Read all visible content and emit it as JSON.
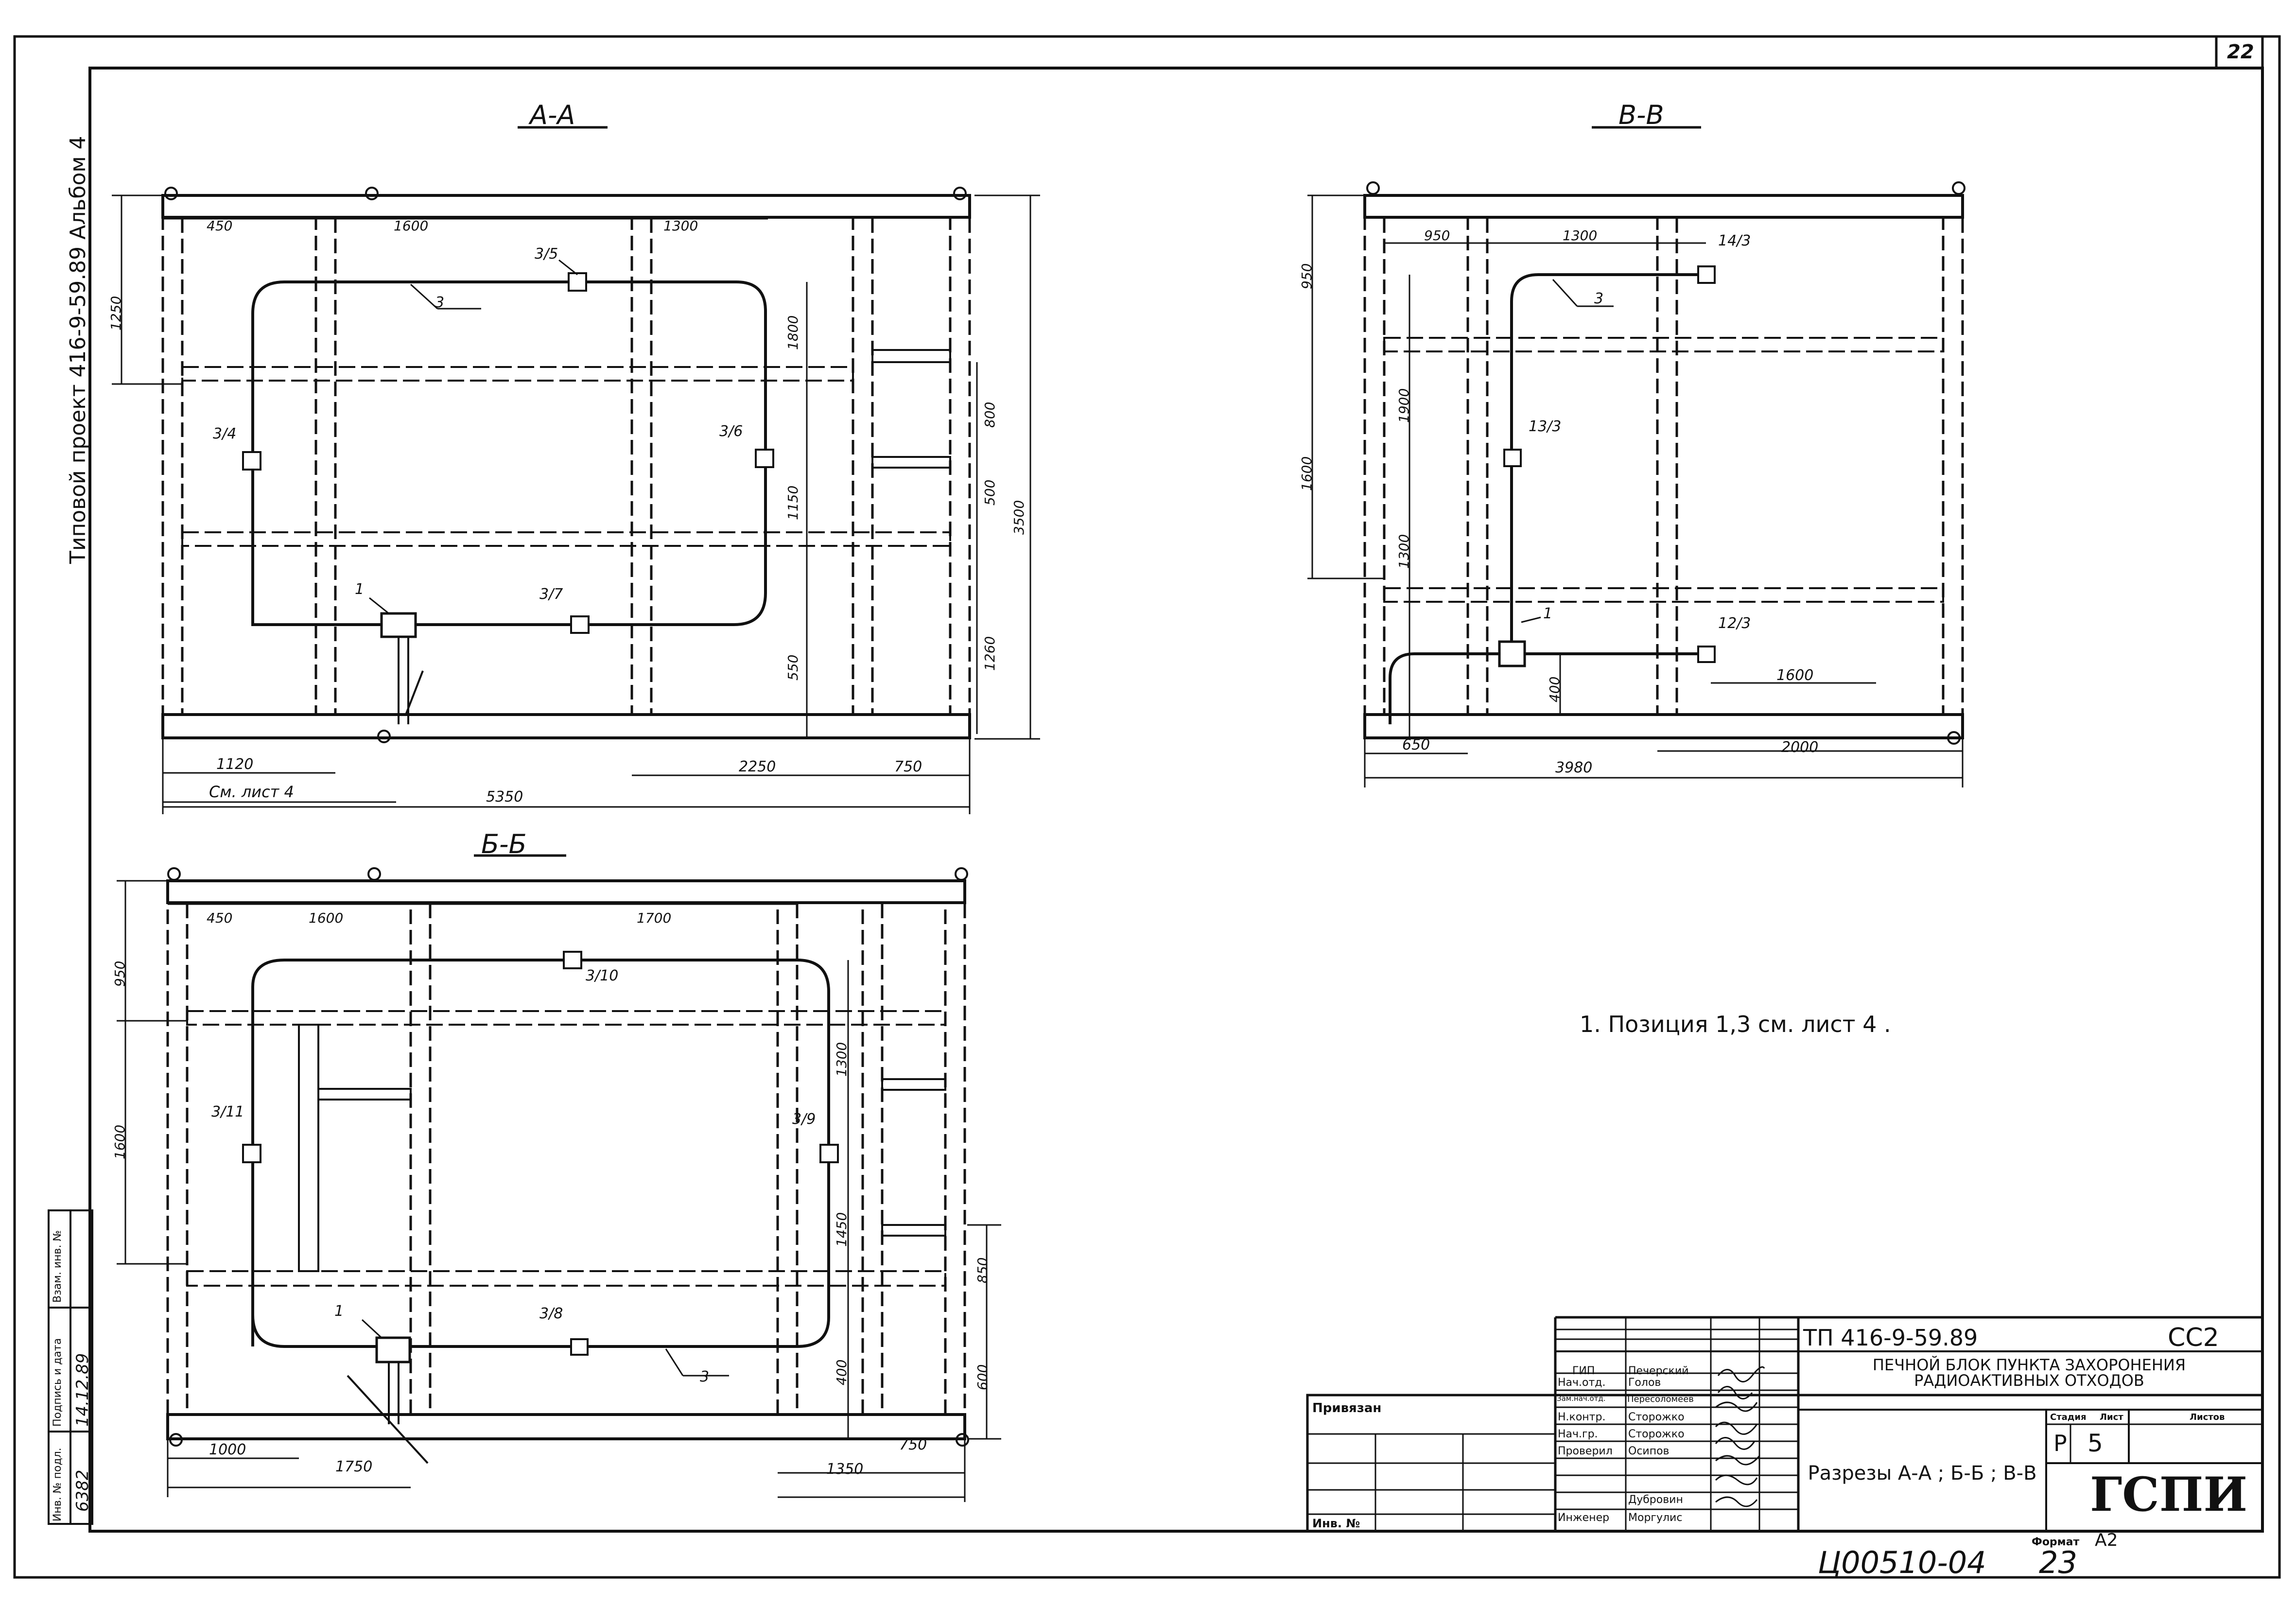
{
  "sheet": {
    "page_number": "22",
    "side_label": "Типовой проект 416-9-59.89   Альбом 4",
    "note": "1.  Позиция 1,3 см. лист 4 .",
    "bottom_code": "Ц00510-04",
    "bottom_page": "23",
    "format_label": "Формат",
    "format_value": "А2"
  },
  "section_aa": {
    "title": "А-А",
    "dims_top": [
      "450",
      "1600",
      "1300"
    ],
    "dims_left": [
      "1250"
    ],
    "dims_right": [
      "1800",
      "1150",
      "550",
      "800",
      "500",
      "3500",
      "1260"
    ],
    "dims_bottom": [
      "1120",
      "2250",
      "750",
      "5350"
    ],
    "ref": "См. лист 4",
    "labels": [
      "3/5",
      "3",
      "3/4",
      "3/6",
      "1",
      "3/7"
    ]
  },
  "section_bb": {
    "title": "Б-Б",
    "dims_top": [
      "450",
      "1600",
      "1700"
    ],
    "dims_left": [
      "950",
      "1600"
    ],
    "dims_right": [
      "1300",
      "1450",
      "400",
      "850",
      "600"
    ],
    "dims_bottom": [
      "1000",
      "1750",
      "750",
      "1350"
    ],
    "labels": [
      "3/10",
      "3/11",
      "3/9",
      "3/8",
      "1",
      "3"
    ]
  },
  "section_vv": {
    "title": "В-В",
    "dims_top": [
      "950",
      "1300"
    ],
    "dims_left": [
      "950",
      "1600",
      "1900",
      "1300",
      "400"
    ],
    "dims_bottom": [
      "650",
      "3980",
      "2000",
      "1600"
    ],
    "labels": [
      "14/3",
      "3",
      "13/3",
      "1",
      "12/3"
    ]
  },
  "title_block": {
    "project_code": "ТП 416-9-59.89",
    "sheet_code": "СС2",
    "object_name": "Печной блок пункта захоронения радиоактивных отходов",
    "drawing_title": "Разрезы А-А ; Б-Б ; В-В",
    "stage_label": "Стадия",
    "sheet_label": "Лист",
    "sheets_label": "Листов",
    "stage": "Р",
    "sheet": "5",
    "sheets": "",
    "org": "ГСПИ",
    "privyazan": "Привязан",
    "inv_no": "Инв. №",
    "roles": [
      "ГИП",
      "Нач.отд.",
      "Зам.нач.отд.",
      "Н.контр.",
      "Нач.гр.",
      "Проверил",
      "",
      "Инженер"
    ],
    "names": [
      "Печерский",
      "Голов",
      "Пересоломеев",
      "Сторожко",
      "Сторожко",
      "Осипов",
      "Дубровин",
      "Моргулис"
    ]
  },
  "stamp": {
    "headers": [
      "Инв. № подл.",
      "Подпись и дата",
      "Взам. инв. №"
    ],
    "values": [
      "6382",
      "14.12.89",
      ""
    ]
  },
  "colors": {
    "ink": "#111111",
    "paper": "#ffffff"
  }
}
